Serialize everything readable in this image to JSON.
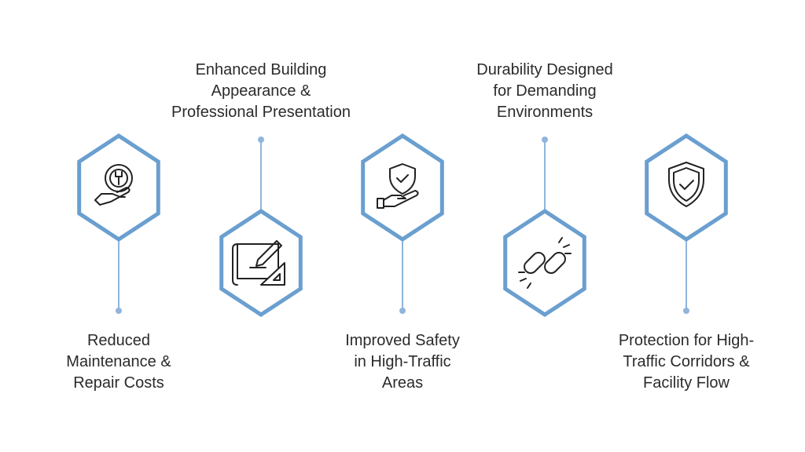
{
  "colors": {
    "hex_stroke": "#6a9fd0",
    "connector": "#8fb5dc",
    "text": "#2b2b2b",
    "icon": "#222222"
  },
  "items": [
    {
      "icon": "gear-wrench-hand-icon",
      "position": "up",
      "lines": [
        "Reduced",
        "Maintenance &",
        "Repair Costs"
      ]
    },
    {
      "icon": "blueprint-pencil-ruler-icon",
      "position": "down",
      "lines": [
        "Enhanced Building",
        "Appearance &",
        "Professional Presentation"
      ]
    },
    {
      "icon": "shield-check-hand-icon",
      "position": "up",
      "lines": [
        "Improved Safety",
        "in High-Traffic",
        "Areas"
      ]
    },
    {
      "icon": "chain-link-icon",
      "position": "down",
      "lines": [
        "Durability Designed",
        "for Demanding",
        "Environments"
      ]
    },
    {
      "icon": "shield-check-icon",
      "position": "up",
      "lines": [
        "Protection for High-",
        "Traffic Corridors &",
        "Facility Flow"
      ]
    }
  ]
}
